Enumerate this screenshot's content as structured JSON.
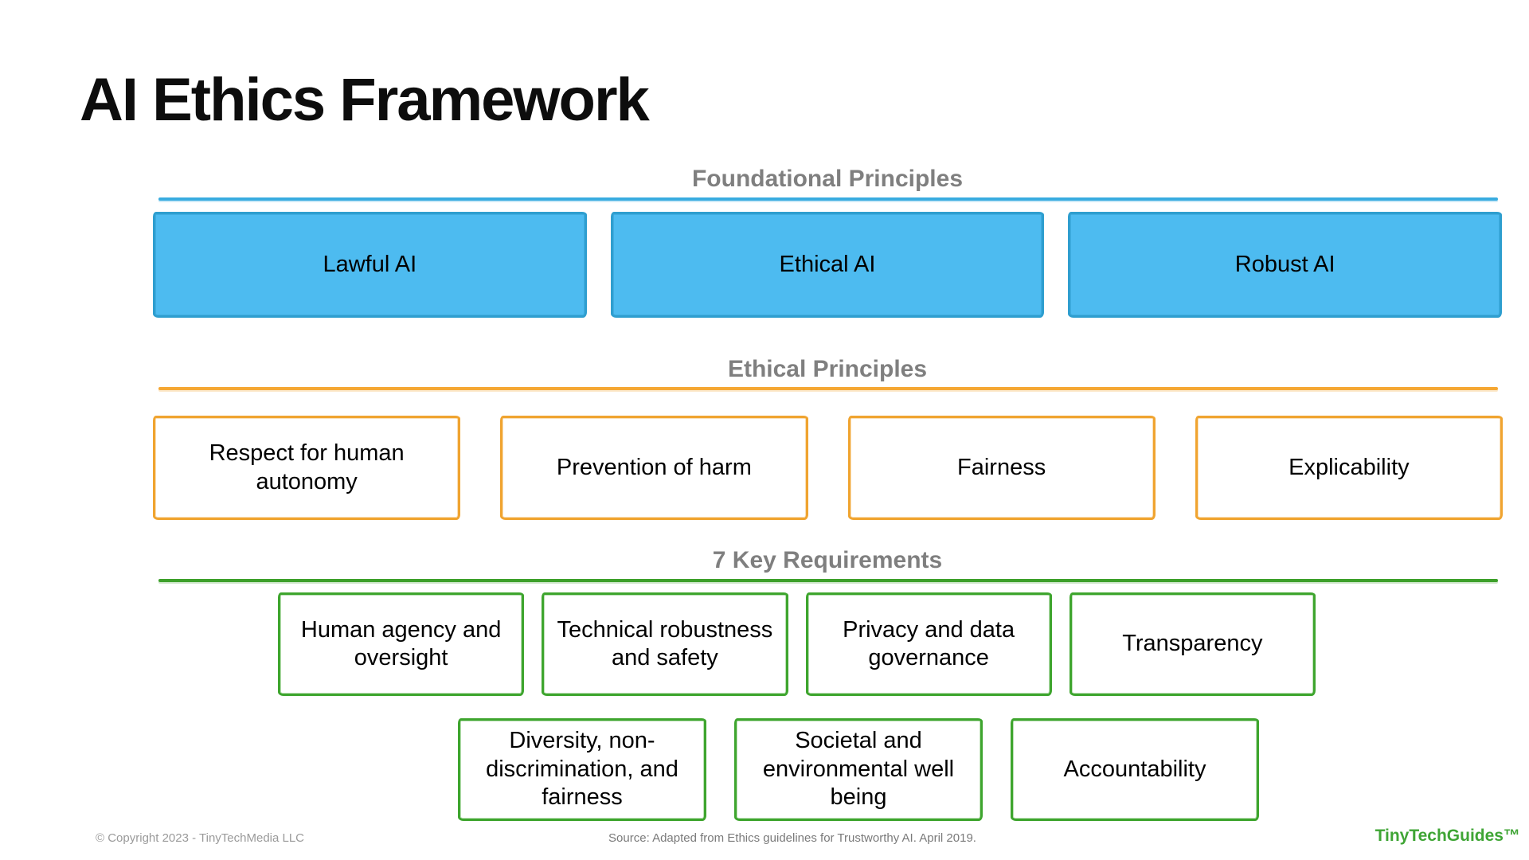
{
  "page": {
    "title": "AI Ethics Framework"
  },
  "sections": {
    "foundational": {
      "heading": "Foundational Principles",
      "boxes": [
        "Lawful AI",
        "Ethical AI",
        "Robust AI"
      ]
    },
    "ethical": {
      "heading": "Ethical Principles",
      "boxes": [
        "Respect for human autonomy",
        "Prevention of harm",
        "Fairness",
        "Explicability"
      ]
    },
    "requirements": {
      "heading": "7 Key Requirements",
      "row1": [
        "Human agency and oversight",
        "Technical robustness and safety",
        "Privacy and data governance",
        "Transparency"
      ],
      "row2": [
        "Diversity, non-discrimination, and fairness",
        "Societal and environmental well being",
        "Accountability"
      ]
    }
  },
  "colors": {
    "foundational_fill": "#4dbbf0",
    "foundational_border": "#2e9ecf",
    "ethical_border": "#f0a430",
    "requirements_border": "#3ea52e",
    "heading_gray": "#7f7f7f",
    "brand_green": "#3fa535"
  },
  "footer": {
    "copyright": "© Copyright 2023 - TinyTechMedia LLC",
    "source": "Source: Adapted from Ethics guidelines for Trustworthy AI.  April 2019.",
    "brand": "TinyTechGuides™"
  }
}
